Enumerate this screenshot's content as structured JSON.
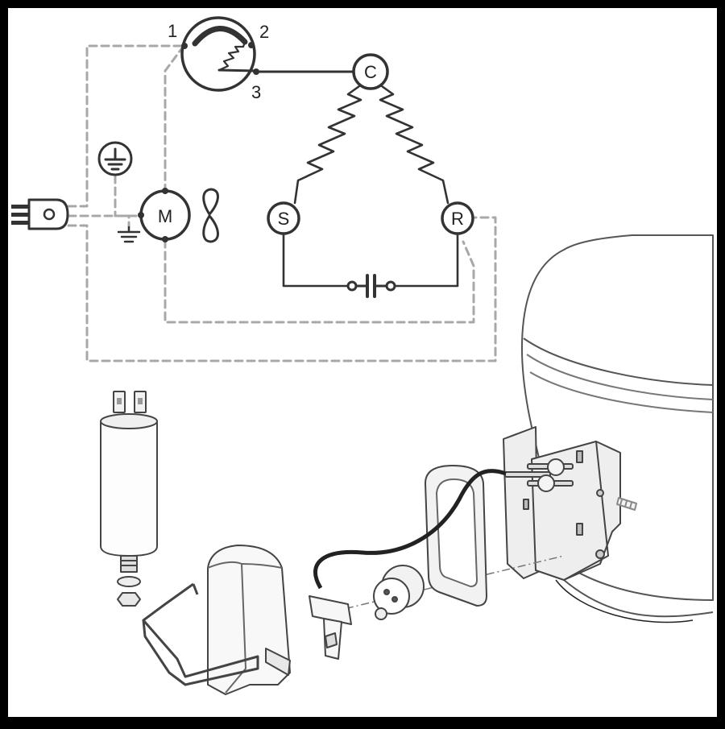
{
  "thermostat": {
    "pin1": "1",
    "pin2": "2",
    "pin3": "3"
  },
  "compressor_terminals": {
    "common": "C",
    "start": "S",
    "run": "R"
  },
  "fan_motor": {
    "label": "M"
  },
  "colors": {
    "frame": "#000000",
    "paper": "#ffffff",
    "line": "#3a3a3a",
    "dashed": "#a8a8a8",
    "hatch": "#555555"
  },
  "icons": [
    "plug-icon",
    "ground-icon",
    "fan-blade-icon",
    "capacitor-symbol",
    "screw-icon"
  ]
}
